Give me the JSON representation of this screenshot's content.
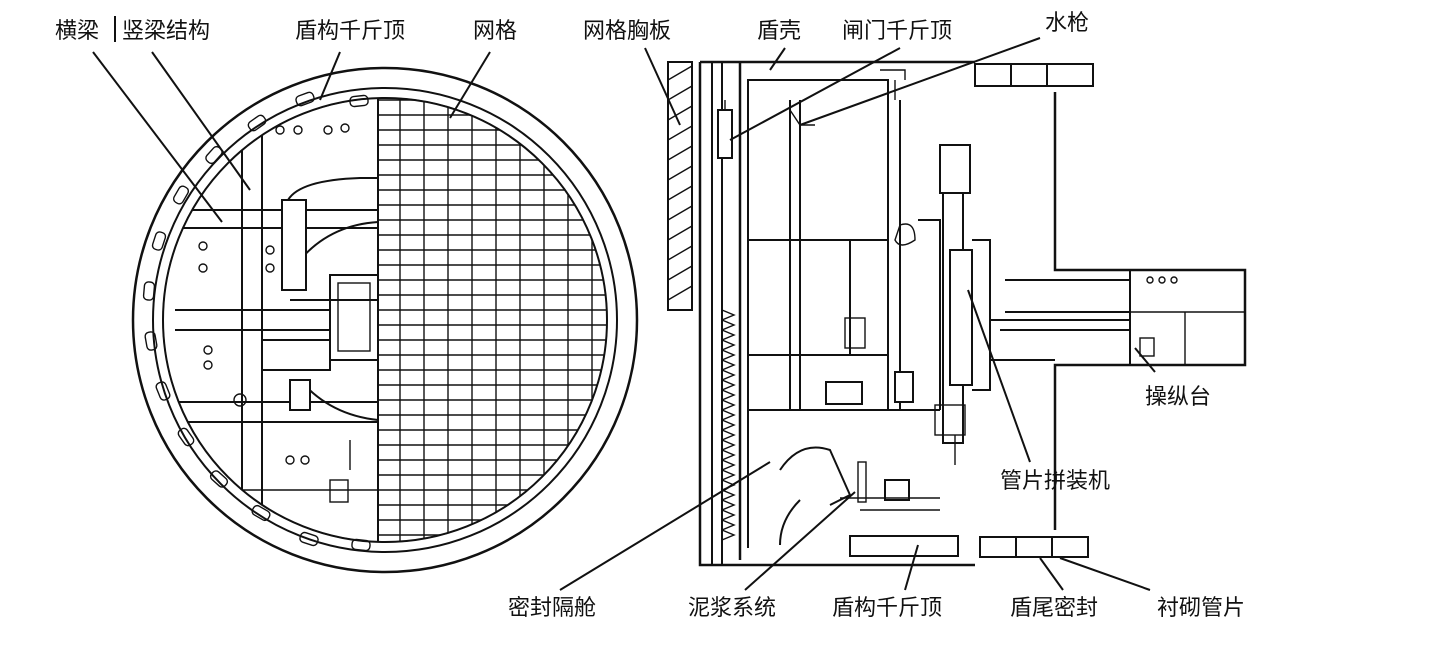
{
  "labels": {
    "cross_beam": "横梁",
    "vertical_beam_structure": "竖梁结构",
    "shield_jack_top": "盾构千斤顶",
    "grid": "网格",
    "grid_breastplate": "网格胸板",
    "shield_shell": "盾壳",
    "gate_jack": "闸门千斤顶",
    "water_gun": "水枪",
    "control_console": "操纵台",
    "segment_erector": "管片拼装机",
    "sealed_bulkhead": "密封隔舱",
    "slurry_system": "泥浆系统",
    "shield_jack_bottom": "盾构千斤顶",
    "tail_seal": "盾尾密封",
    "lining_segment": "衬砌管片"
  }
}
